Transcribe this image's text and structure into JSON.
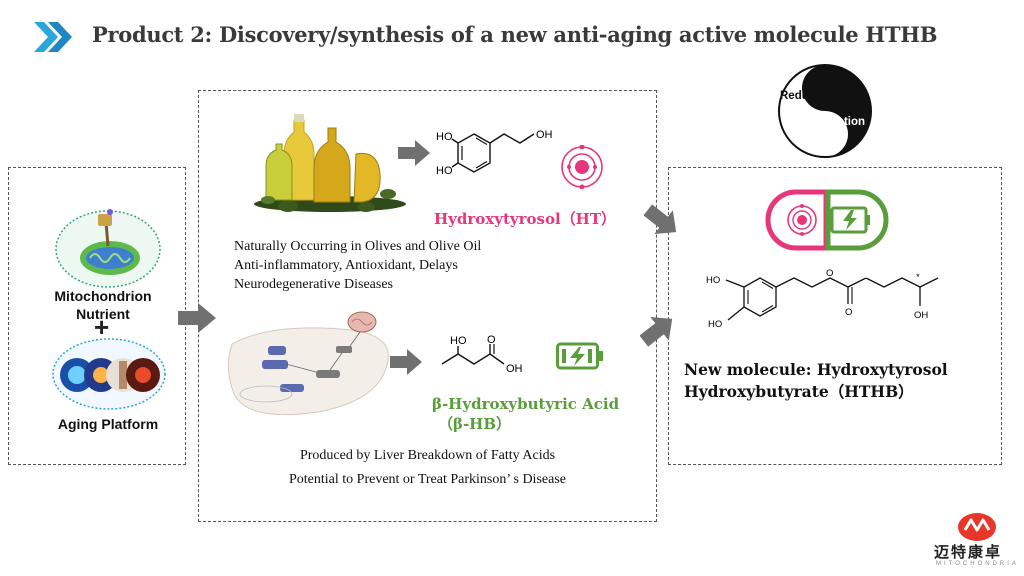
{
  "title": "Product 2: Discovery/synthesis of a new anti-aging active molecule HTHB",
  "left_panel": {
    "mito_label": "Mitochondrion Nutrient",
    "plus": "+",
    "aging_label": "Aging Platform"
  },
  "ht_section": {
    "name": "Hydroxytyrosol（HT）",
    "line1": "Naturally Occurring in Olives and Olive Oil",
    "line2": "Anti-inflammatory, Antioxidant, Delays",
    "line3": "Neurodegenerative Diseases",
    "struct_labels": {
      "ho1": "HO",
      "ho2": "HO",
      "oh": "OH"
    }
  },
  "hb_section": {
    "name_line1": "β-Hydroxybutyric Acid",
    "name_line2": "（β-HB）",
    "line1": "Produced by Liver Breakdown of Fatty Acids",
    "line2": "Potential to Prevent or Treat Parkinson’ s Disease",
    "struct_labels": {
      "ho": "HO",
      "oh": "OH",
      "o": "O"
    }
  },
  "yinyang": {
    "top": "Reduction",
    "bottom": "Oxidation"
  },
  "new_molecule": {
    "line1": "New molecule: Hydroxytyrosol",
    "line2": "Hydroxybutyrate（HTHB）",
    "struct_labels": {
      "ho1": "HO",
      "ho2": "HO",
      "o_ester": "O",
      "o_carbonyl": "O",
      "oh": "OH",
      "star": "*"
    }
  },
  "logo": {
    "text": "迈特康卓",
    "sub": "MITOCHONDRIA"
  },
  "colors": {
    "accent_pink": "#e8367a",
    "accent_green": "#5a9e3c",
    "arrow_gray": "#707070",
    "chevron_blue": "#2aa6d8"
  },
  "icons": [
    "double-chevron-icon",
    "atom-icon",
    "battery-icon",
    "arrow-icon",
    "yin-yang-icon",
    "capsule-icon"
  ]
}
